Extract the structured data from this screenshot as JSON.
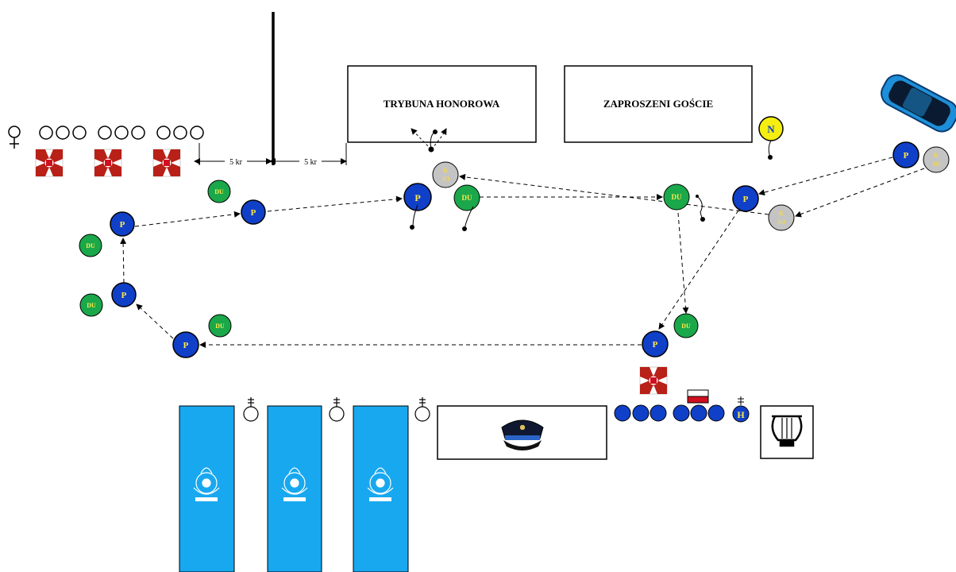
{
  "boxes": {
    "tribune": "TRYBUNA HONOROWA",
    "guests": "ZAPROSZENI GOŚCIE"
  },
  "distances": {
    "left": "5 kr",
    "right": "5 kr"
  },
  "roles": {
    "commander": "P",
    "deputy": "DU",
    "reception": [
      "K",
      "JO"
    ],
    "notary": "N",
    "head": "H"
  },
  "colors": {
    "commander_fill": "#1040c8",
    "commander_text": "#ffe94a",
    "deputy_fill": "#1aa84a",
    "deputy_text": "#ffe94a",
    "reception_fill": "#c4c4c4",
    "reception_text": "#f2d84a",
    "notary_fill": "#f5ee10",
    "banner_fill": "#18a8f0",
    "flag_red": "#d01020",
    "emblem_red": "#b82018",
    "car_fill": "#1d8fd8"
  },
  "icons": {
    "female_symbol": "female-symbol-icon",
    "regimental_flag": "regimental-flag-icon",
    "fire_service_emblem": "fire-service-emblem-icon",
    "uniform_cap": "uniform-cap-icon",
    "lyre": "lyre-icon",
    "polish_flag": "polish-flag-icon",
    "staff_officer": "staff-officer-icon",
    "car": "car-icon"
  }
}
